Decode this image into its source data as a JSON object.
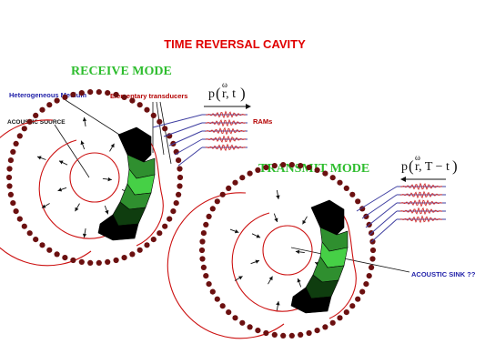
{
  "title": "TIME REVERSAL CAVITY",
  "receive": {
    "mode_label": "RECEIVE MODE",
    "medium_label": "Heterogeneous Medium",
    "transducers_label": "Elementary transducers",
    "source_label": "ACOUSTIC SOURCE",
    "rams_label": "RAMs",
    "formula": {
      "p": "p",
      "open": "(",
      "omega": "ω",
      "arg": "r, t",
      "close": ")"
    }
  },
  "transmit": {
    "mode_label": "TRANSMIT MODE",
    "sink_label": "ACOUSTIC SINK ??",
    "formula": {
      "p": "p",
      "open": "(",
      "omega": "ω",
      "arg": "r, T − t",
      "close": ")"
    }
  },
  "colors": {
    "title": "#e00000",
    "mode": "#2ebd2e",
    "blue_label": "#1f1fa8",
    "red_label": "#b40000",
    "transducer_dot": "#6b1010",
    "wavefront": "#cc1111",
    "signal_line": "#3d3da0",
    "signal_wave": "#d03030",
    "medium_dark": "#0f3d0f",
    "medium_mid": "#2f8f2f",
    "medium_light": "#46d046",
    "medium_black": "#000000"
  }
}
